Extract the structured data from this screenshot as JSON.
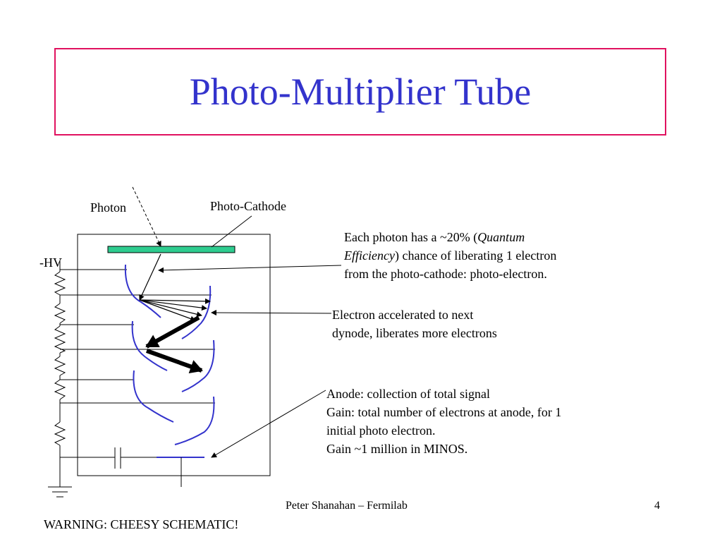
{
  "slide": {
    "title": "Photo-Multiplier Tube",
    "labels": {
      "photon": "Photon",
      "photo_cathode": "Photo-Cathode",
      "hv": "-HV"
    },
    "annotations": {
      "qe_line1_prefix": "Each photon has a ~20% (",
      "qe_line1_italic": "Quantum",
      "qe_line2_italic": "Efficiency",
      "qe_line2_rest": ") chance of liberating 1 electron",
      "qe_line3": "from the photo-cathode: photo-electron.",
      "dynode_line1": "Electron accelerated to next",
      "dynode_line2": "dynode, liberates more electrons",
      "anode_line1": "Anode: collection of total signal",
      "anode_line2": "Gain: total number of electrons at anode, for 1",
      "anode_line3": "initial photo electron.",
      "anode_line4": "Gain ~1 million in MINOS."
    },
    "footer": {
      "author": "Peter Shanahan – Fermilab",
      "page_number": "4",
      "warning": "WARNING: CHEESY SCHEMATIC!"
    },
    "colors": {
      "title": "#3333cc",
      "border": "#e0115f",
      "cathode": "#2ecc8f",
      "dynode": "#3333cc"
    }
  }
}
